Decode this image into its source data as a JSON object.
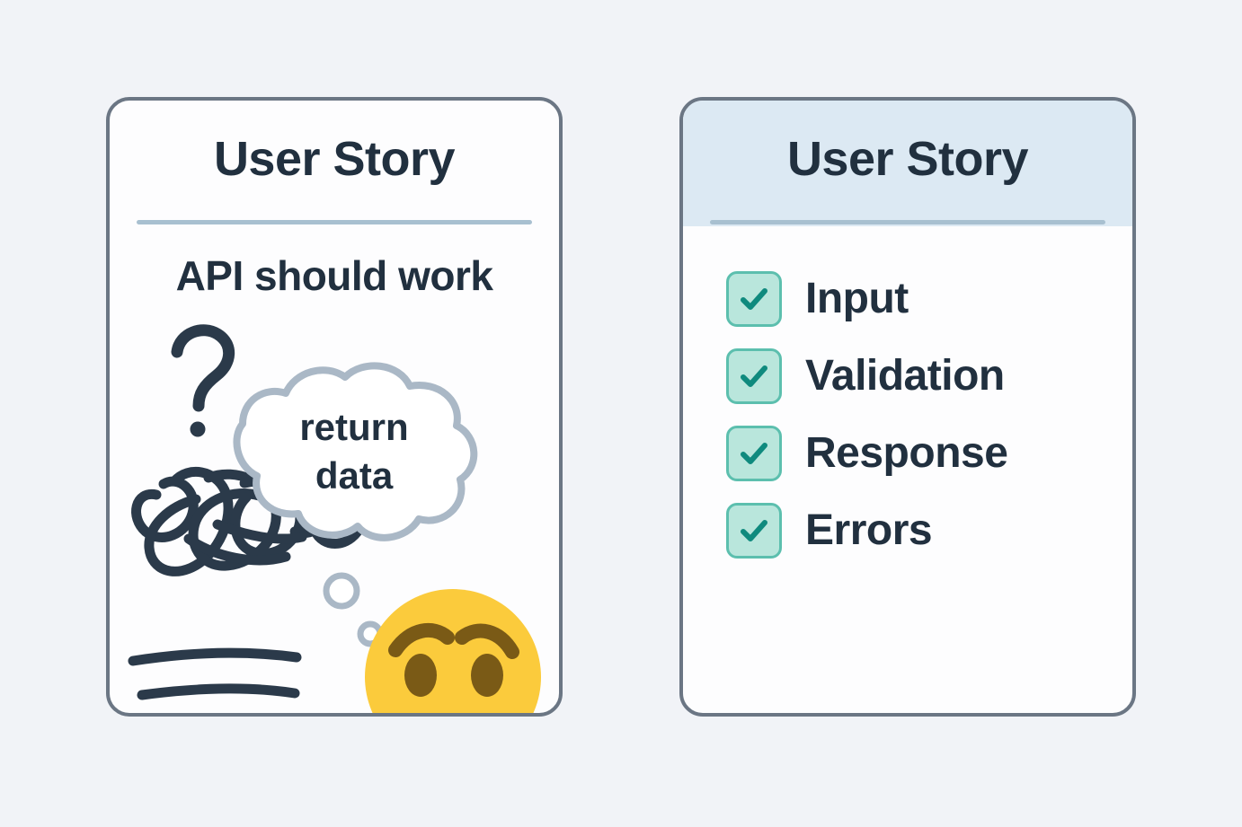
{
  "background_color": "#f1f3f7",
  "colors": {
    "card_border": "#6b7684",
    "card_background": "#fdfdfe",
    "header_tint": "#dce9f3",
    "divider": "#a8c0d0",
    "text_dark": "#21303f",
    "ink_sketch": "#2b3a4a",
    "bubble_outline": "#aab8c6",
    "emoji_yellow": "#fbcb3c",
    "emoji_feature": "#7a5a16",
    "checkbox_fill": "#b9e6dc",
    "checkbox_border": "#5cbfae",
    "checkmark": "#0f8a7e"
  },
  "left_card": {
    "title": "User Story",
    "subtitle": "API should work",
    "thought_bubble": {
      "line1": "return",
      "line2": "data"
    },
    "sketch_elements": [
      "question-mark",
      "tangled-scribble",
      "straight-line-1",
      "straight-line-2",
      "wavy-line",
      "thought-bubble",
      "worried-face-emoji"
    ]
  },
  "right_card": {
    "title": "User Story",
    "checklist": [
      {
        "label": "Input",
        "checked": true
      },
      {
        "label": "Validation",
        "checked": true
      },
      {
        "label": "Response",
        "checked": true
      },
      {
        "label": "Errors",
        "checked": true
      }
    ]
  }
}
